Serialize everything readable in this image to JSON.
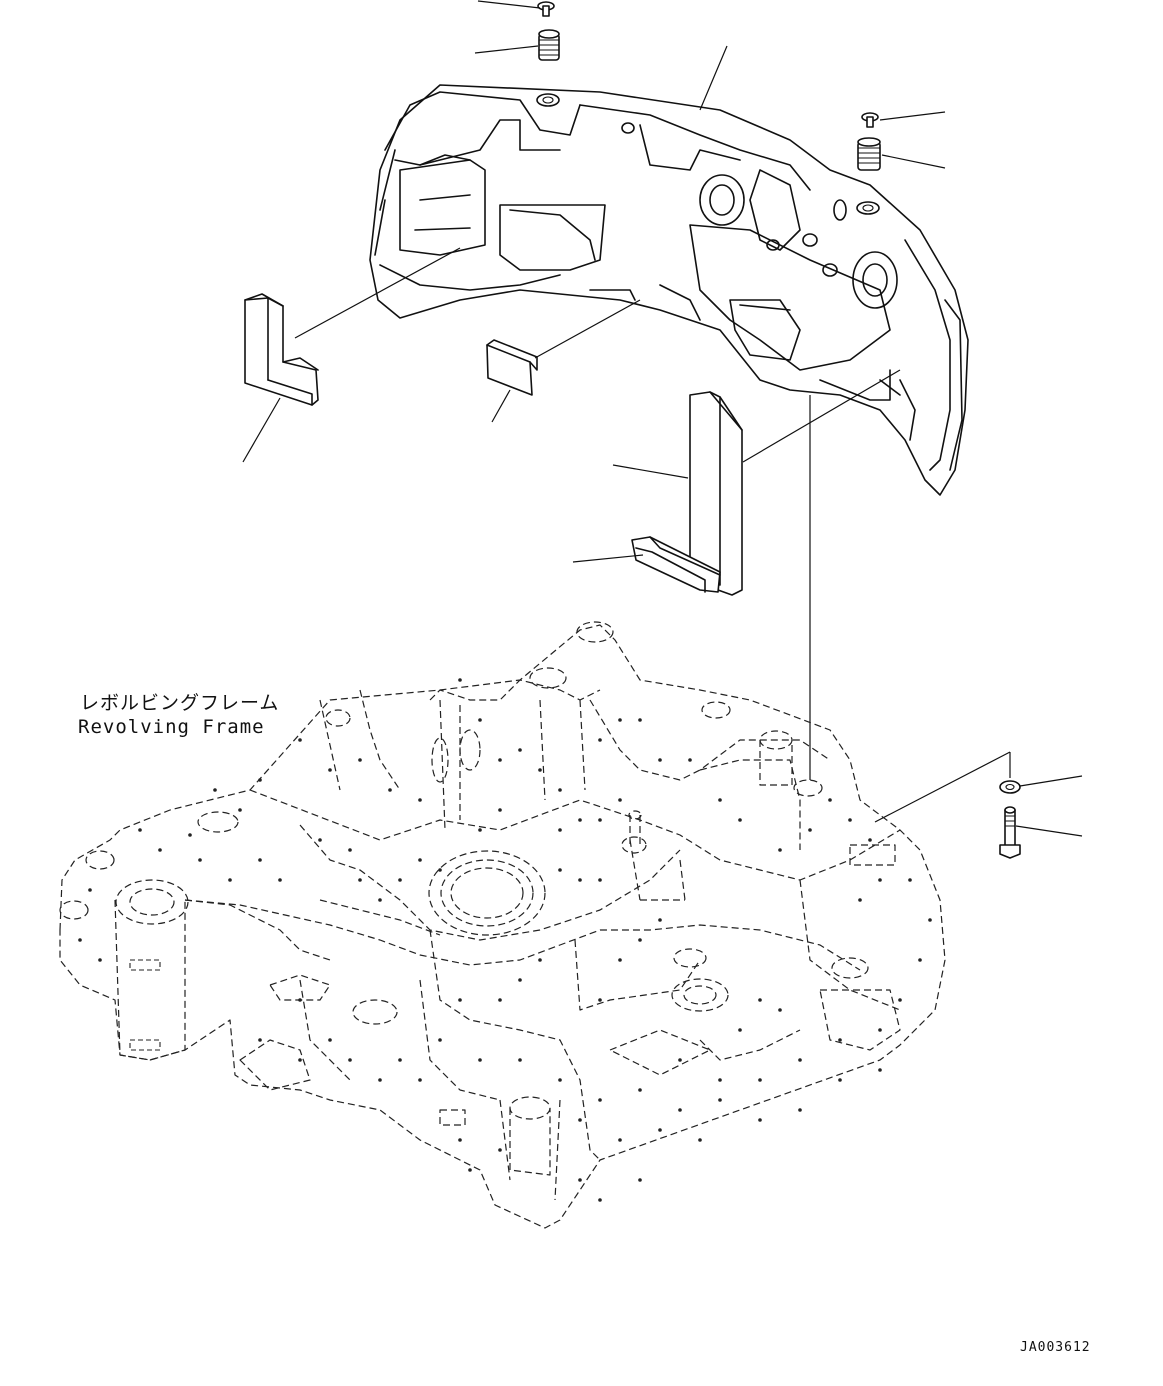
{
  "frame_label": {
    "japanese": "レボルビングフレーム",
    "english": "Revolving Frame"
  },
  "drawing_code": "JA003612"
}
